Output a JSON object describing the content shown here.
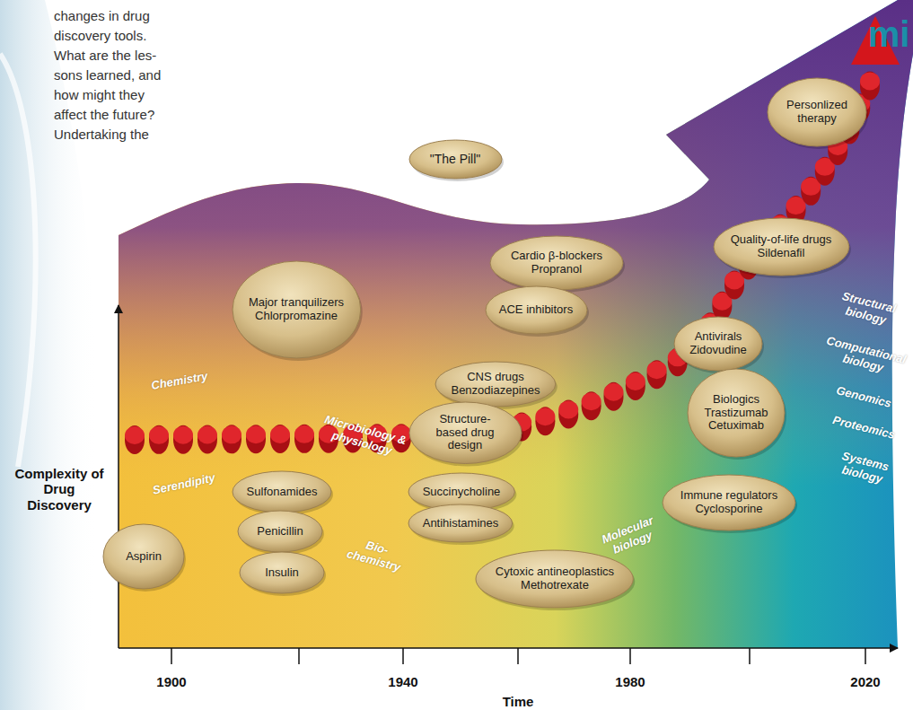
{
  "diagram": {
    "nodes": [
      {
        "text": [
          "\"The Pill\""
        ]
      },
      {
        "text": [
          "Personlized therapy"
        ]
      },
      {
        "text": [
          "Cardio β-blockers",
          "Propranol"
        ]
      },
      {
        "text": [
          "Quality-of-life drugs",
          "Sildenafil"
        ]
      },
      {
        "text": [
          "Major tranquilizers",
          "Chlorpromazine"
        ]
      },
      {
        "text": [
          "ACE inhibitors"
        ]
      },
      {
        "text": [
          "Antivirals",
          "Zidovudine"
        ]
      },
      {
        "text": [
          "CNS drugs",
          "Benzodiazepines"
        ]
      },
      {
        "text": [
          "Biologics",
          "Trastizumab",
          "Cetuximab"
        ]
      },
      {
        "text": [
          "Structure-based drug design"
        ]
      },
      {
        "text": [
          "Sulfonamides"
        ]
      },
      {
        "text": [
          "Succinycholine"
        ]
      },
      {
        "text": [
          "Immune regulators",
          "Cyclosporine"
        ]
      },
      {
        "text": [
          "Penicillin"
        ]
      },
      {
        "text": [
          "Antihistamines"
        ]
      },
      {
        "text": [
          "Aspirin"
        ]
      },
      {
        "text": [
          "Insulin"
        ]
      },
      {
        "text": [
          "Cytoxic antineoplastics",
          "Methotrexate"
        ]
      }
    ],
    "edges": [],
    "labels": [
      "changes in drug",
      "discovery tools.",
      "What are the les-",
      "sons learned, and",
      "how might they",
      "affect the future?",
      "Undertaking the",
      "mi",
      "Chemistry",
      "Serendipity",
      "Microbiology & physiology",
      "Bio- chemistry",
      "Molecular biology",
      "Structural biology",
      "Computational biology",
      "Genomics",
      "Proteomics",
      "Systems biology",
      "Complexity of Drug Discovery",
      "1900",
      "1940",
      "1980",
      "2020",
      "Time"
    ]
  }
}
